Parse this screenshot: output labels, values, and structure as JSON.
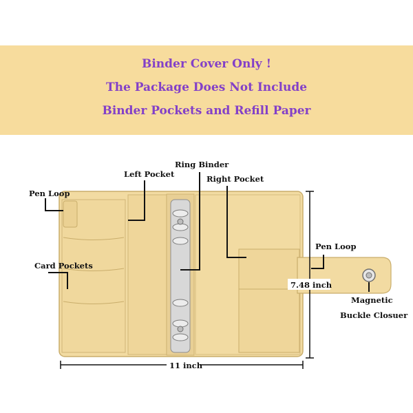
{
  "banner": {
    "line1": "Binder Cover Only !",
    "line2": "The Package Does Not Include",
    "line3": "Binder Pockets and Refill Paper"
  },
  "labels": {
    "pen_loop_left": "Pen Loop",
    "left_pocket": "Left Pocket",
    "ring_binder": "Ring Binder",
    "right_pocket": "Right Pocket",
    "card_pockets": "Card Pockets",
    "pen_loop_right": "Pen Loop",
    "height": "7.48 inch",
    "magnetic": "Magnetic",
    "buckle": "Buckle Closuer",
    "width": "11 inch"
  },
  "colors": {
    "banner_bg": "#f7dc9d",
    "banner_text": "#8340c8",
    "binder": "#f2dba2",
    "binder_edge": "#c9ad6b",
    "ring_metal": "#c8c8c8"
  }
}
